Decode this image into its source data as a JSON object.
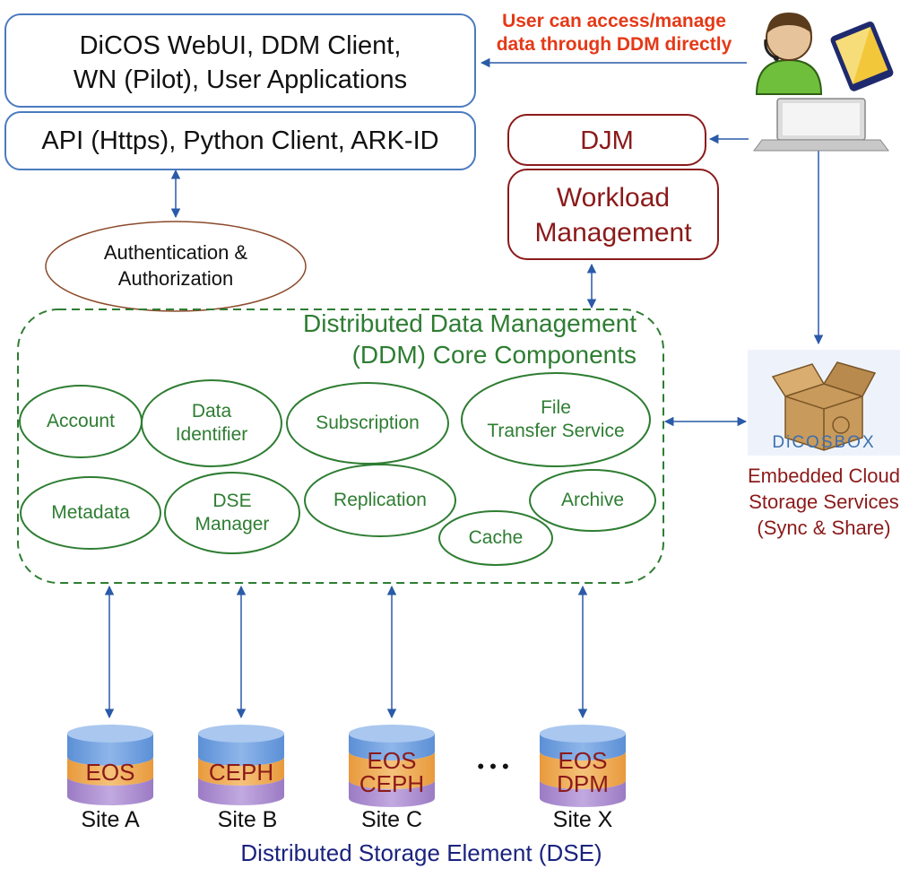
{
  "client_box": {
    "line1": "DiCOS WebUI, DDM Client,",
    "line2": "WN (Pilot), User Applications"
  },
  "api_box": {
    "label": "API (Https), Python Client, ARK-ID"
  },
  "auth": {
    "line1": "Authentication &",
    "line2": "Authorization"
  },
  "user_note": {
    "line1": "User can access/manage",
    "line2": "data through DDM directly"
  },
  "djm": {
    "label": "DJM"
  },
  "workload": {
    "line1": "Workload",
    "line2": "Management"
  },
  "ddm_core": {
    "line1": "Distributed Data Management",
    "line2": "(DDM) Core Components"
  },
  "components": [
    {
      "label": "Account"
    },
    {
      "label": "Data\nIdentifier"
    },
    {
      "label": "Subscription"
    },
    {
      "label": "File\nTransfer Service"
    },
    {
      "label": "Metadata"
    },
    {
      "label": "DSE\nManager"
    },
    {
      "label": "Replication"
    },
    {
      "label": "Archive"
    },
    {
      "label": "Cache"
    }
  ],
  "dicosbox": {
    "logo_text": "DiCOSBOX",
    "line1": "Embedded Cloud",
    "line2": "Storage Services",
    "line3": "(Sync & Share)"
  },
  "sites": [
    {
      "name": "Site A",
      "storage": "EOS"
    },
    {
      "name": "Site B",
      "storage": "CEPH"
    },
    {
      "name": "Site C",
      "storage": "EOS\nCEPH"
    },
    {
      "name": "Site X",
      "storage": "EOS\nDPM"
    }
  ],
  "ellipsis": "• • •",
  "dse_caption": "Distributed Storage Element (DSE)",
  "colors": {
    "blue_border": "#4a7bbf",
    "arrow": "#2a5aa8",
    "green": "#2e7d32",
    "maroon": "#8b1a1a",
    "note_red": "#e53917",
    "navy": "#1a237e"
  },
  "icons": [
    "user-headset-icon",
    "tablet-icon",
    "laptop-icon",
    "cardboard-box-icon",
    "database-cylinder-icon"
  ]
}
